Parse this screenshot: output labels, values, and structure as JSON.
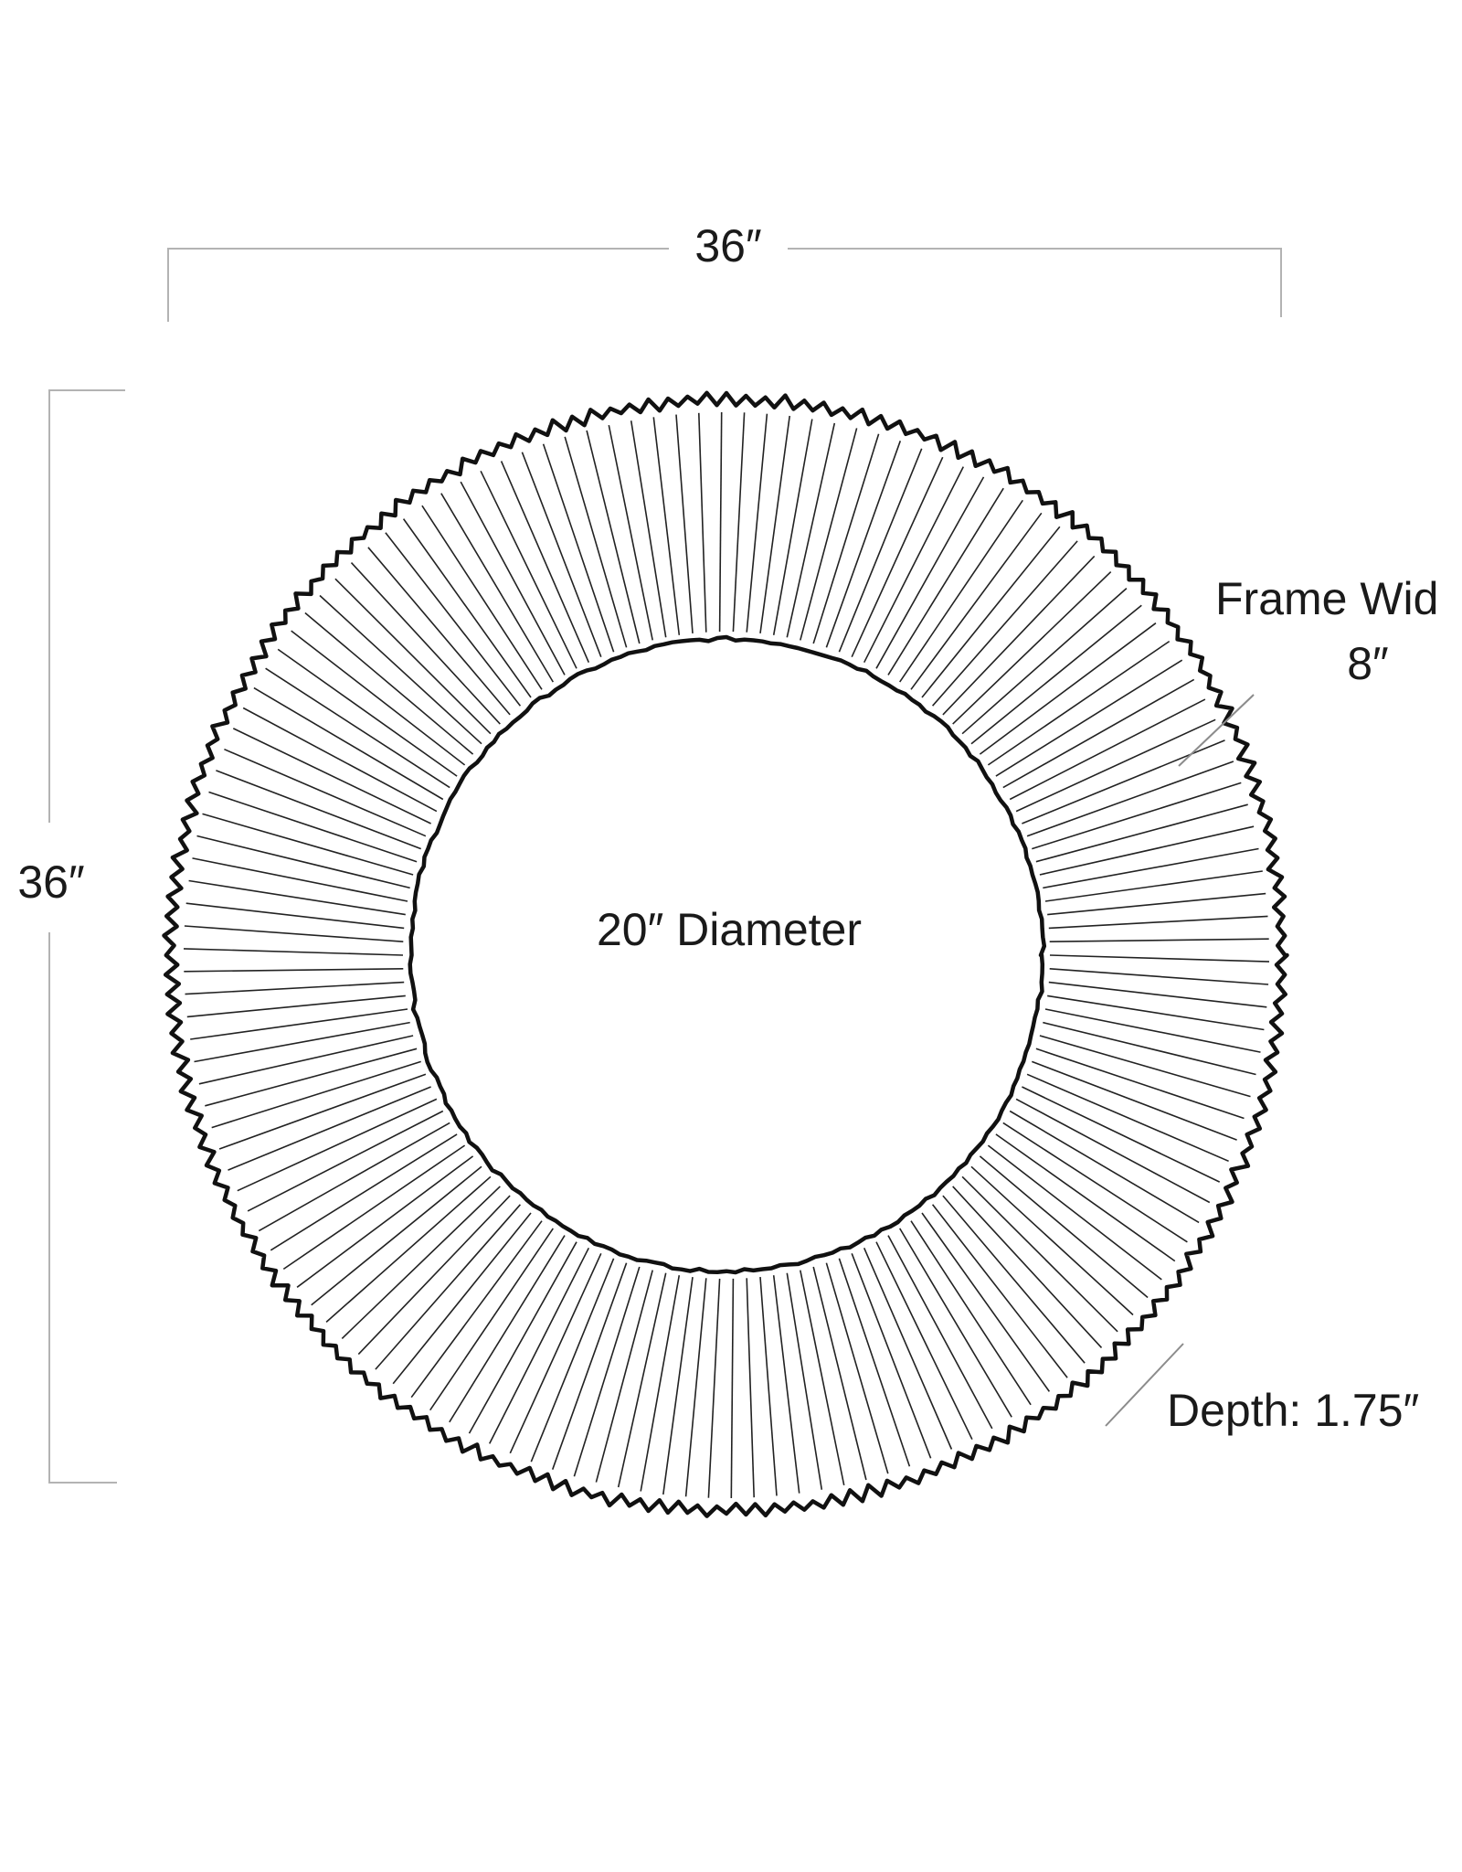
{
  "dimensions": {
    "width_label": "36″",
    "height_label": "36″",
    "inner_label": "20″ Diameter",
    "frame_width_label": "Frame Wid",
    "frame_width_value": "8″",
    "depth_label": "Depth: 1.75″"
  }
}
